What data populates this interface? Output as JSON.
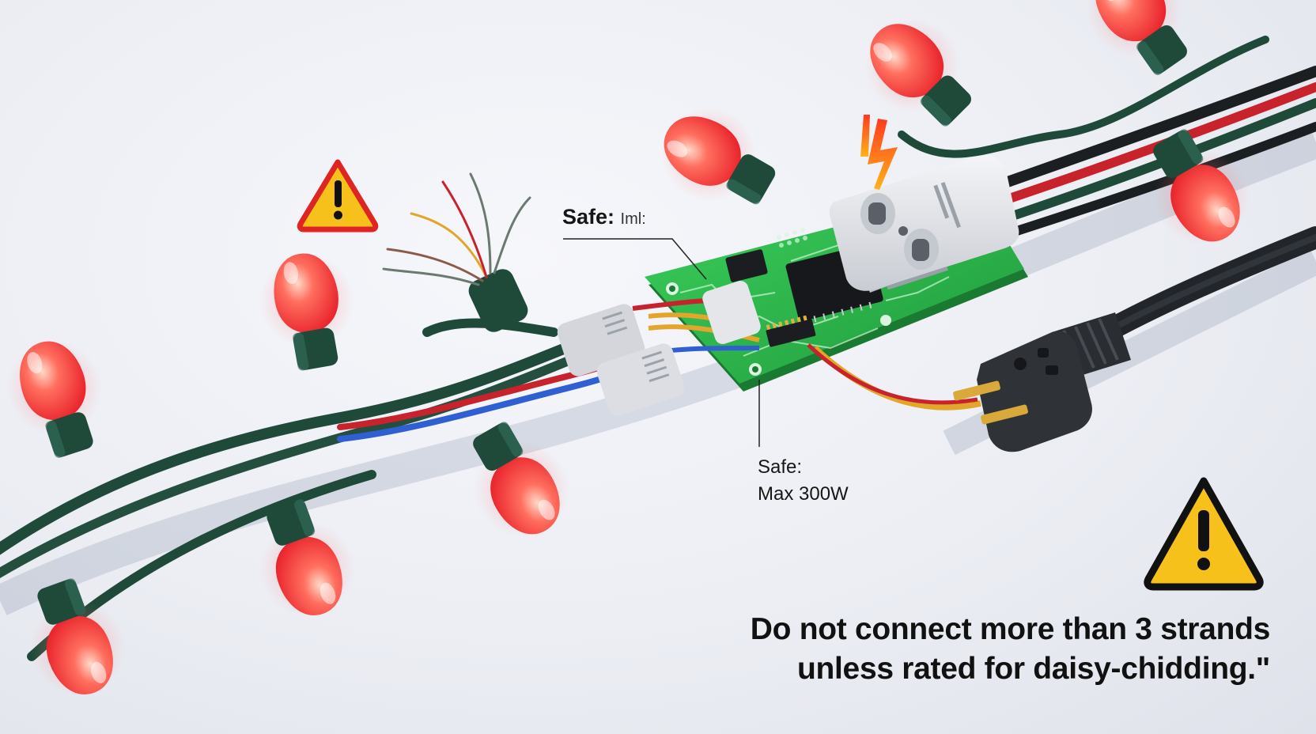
{
  "annotations": {
    "top_label_bold": "Safe:",
    "top_label_tail": "Iml:",
    "mid_label_line1": "Safe:",
    "mid_label_line2": "Max 300W"
  },
  "warning": {
    "line1": "Do not connect more than 3 strands",
    "line2": "unless rated for daisy-chidding.\""
  },
  "icons": [
    "warning-triangle-icon",
    "lightning-bolt-icon"
  ],
  "colors": {
    "bulb": "#ff4d4d",
    "wire": "#1f4a3a",
    "pcb": "#2bb24c",
    "warning_yellow": "#f6c11a",
    "warning_red": "#e02424",
    "plug": "#2a2d31"
  }
}
